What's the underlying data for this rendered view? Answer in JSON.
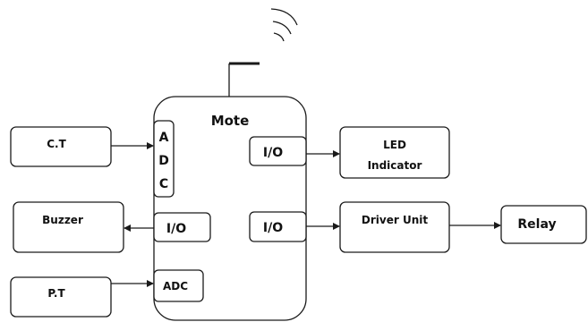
{
  "diagram": {
    "mote_label": "Mote",
    "blocks": {
      "ct": "C.T",
      "buzzer": "Buzzer",
      "pt": "P.T",
      "led_line1": "LED",
      "led_line2": "Indicator",
      "driver_unit": "Driver Unit",
      "relay": "Relay"
    },
    "ports": {
      "adc_vertical": [
        "A",
        "D",
        "C"
      ],
      "adc_bottom": "ADC",
      "io_left": "I/O",
      "io_right_top": "I/O",
      "io_right_bottom": "I/O"
    },
    "connections": [
      {
        "from": "ct",
        "to": "adc_vertical"
      },
      {
        "from": "io_left",
        "to": "buzzer"
      },
      {
        "from": "pt",
        "to": "adc_bottom"
      },
      {
        "from": "io_right_top",
        "to": "led_indicator"
      },
      {
        "from": "io_right_bottom",
        "to": "driver_unit"
      },
      {
        "from": "driver_unit",
        "to": "relay"
      }
    ]
  }
}
